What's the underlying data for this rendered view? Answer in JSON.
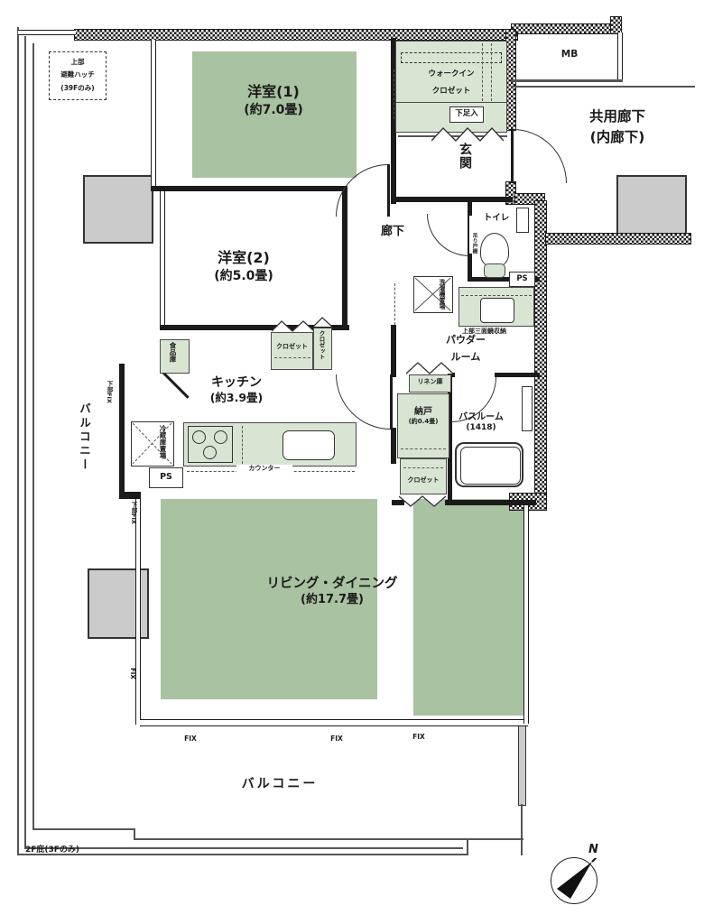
{
  "colors": {
    "room_green": "#a9c2a1",
    "closet_green": "#d9e5d3",
    "partition_gray": "#cbcbcb",
    "line_black": "#1b1b1b"
  },
  "rooms": {
    "western1": {
      "name": "洋室(1)",
      "size": "(約7.0畳)"
    },
    "western2": {
      "name": "洋室(2)",
      "size": "(約5.0畳)"
    },
    "kitchen": {
      "name": "キッチン",
      "size": "(約3.9畳)"
    },
    "living": {
      "name": "リビング・ダイニング",
      "size": "(約17.7畳)"
    },
    "entrance": "玄関",
    "hallway": "廊下",
    "toilet": "トイレ",
    "powder_line1": "パウダー",
    "powder_line2": "ルーム",
    "bathroom": {
      "name": "バスルーム",
      "size": "(1418)"
    },
    "storage": {
      "name": "納戸",
      "size": "(約0.4畳)"
    },
    "common_corridor_line1": "共用廊下",
    "common_corridor_line2": "(内廊下)",
    "meter_box": "MB",
    "balcony": "バルコニー"
  },
  "fixtures": {
    "walk_in_closet_line1": "ウォークイン",
    "walk_in_closet_line2": "クロゼット",
    "shoe_cabinet": "下足入",
    "closet": "クロゼット",
    "pantry": "食品庫",
    "refrigerator_space": "冷蔵庫置場",
    "washer_space": "洗濯機置場",
    "linen_cabinet": "リネン庫",
    "mirror_note": "上部三面鏡収納",
    "counter": "カウンター",
    "pipe_space": "PS",
    "toilet_note": "吊り戸棚"
  },
  "annotations": {
    "hatch_line1": "上部",
    "hatch_line2": "避難ハッチ",
    "hatch_line3": "(39Fのみ)",
    "eaves_note": "2F庇(3Fのみ)",
    "fix_window": "FIX",
    "fix_lower_window": "下部FIX",
    "compass_north": "N"
  }
}
